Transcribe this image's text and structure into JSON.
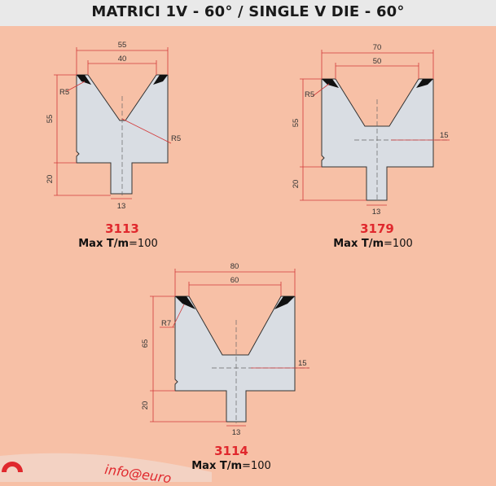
{
  "header": {
    "title": "MATRICI 1V - 60° / SINGLE V DIE - 60°"
  },
  "dies": [
    {
      "code": "3113",
      "max_label": "Max T/m",
      "max_value": "=100",
      "dims": {
        "width": "55",
        "opening": "40",
        "height": "55",
        "tang": "20",
        "tang_width": "13",
        "radius_top": "R5",
        "radius_bottom": "R5"
      }
    },
    {
      "code": "3179",
      "max_label": "Max T/m",
      "max_value": "=100",
      "dims": {
        "width": "70",
        "opening": "50",
        "height": "55",
        "tang": "20",
        "tang_width": "13",
        "radius_top": "R5",
        "slot": "15"
      }
    },
    {
      "code": "3114",
      "max_label": "Max T/m",
      "max_value": "=100",
      "dims": {
        "width": "80",
        "opening": "60",
        "height": "65",
        "tang": "20",
        "tang_width": "13",
        "radius_top": "R7",
        "slot": "15"
      }
    }
  ],
  "footer": {
    "text": "info@euro"
  },
  "colors": {
    "background": "#f7c0a6",
    "header": "#e9e9e9",
    "die_fill": "#d9dde3",
    "accent": "#e0282d",
    "dimension_line": "#d23a3a"
  }
}
